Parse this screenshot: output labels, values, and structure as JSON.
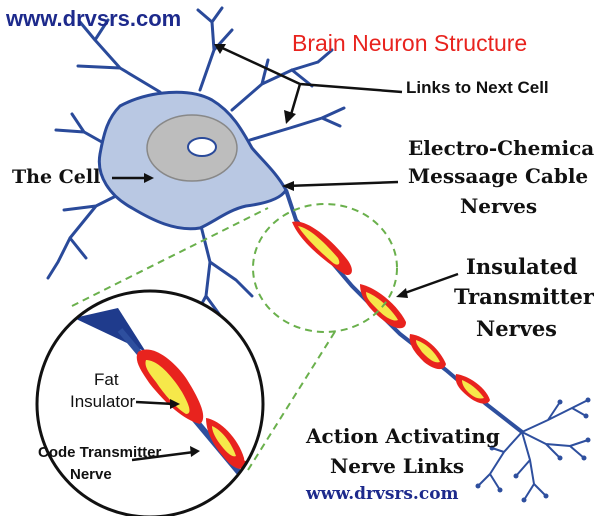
{
  "title": "Brain Neuron Structure",
  "watermark_top": "www.drvsrs.com",
  "watermark_bottom": "www.drvsrs.com",
  "labels": {
    "links_next_cell": "Links to Next Cell",
    "the_cell": "The Cell",
    "message_cable": [
      "Electro-Chemical",
      "Messaage Cable",
      "Nerves"
    ],
    "insulated": [
      "Insulated",
      "Transmitter",
      "Nerves"
    ],
    "action": [
      "Action Activating",
      "Nerve Links"
    ],
    "fat_insulator": [
      "Fat",
      "Insulator"
    ],
    "code_transmitter": [
      "Code Transmitter",
      "Nerve"
    ]
  },
  "colors": {
    "title": "#e8231e",
    "watermark": "#1d2a8c",
    "cell_fill": "#b9c8e3",
    "cell_stroke": "#2a4a9a",
    "nucleus": "#bdbdbd",
    "myelin_outer": "#e8231e",
    "myelin_inner": "#f6e84a",
    "axon": "#2e4f9e",
    "zoom_dash": "#6ab04c"
  }
}
